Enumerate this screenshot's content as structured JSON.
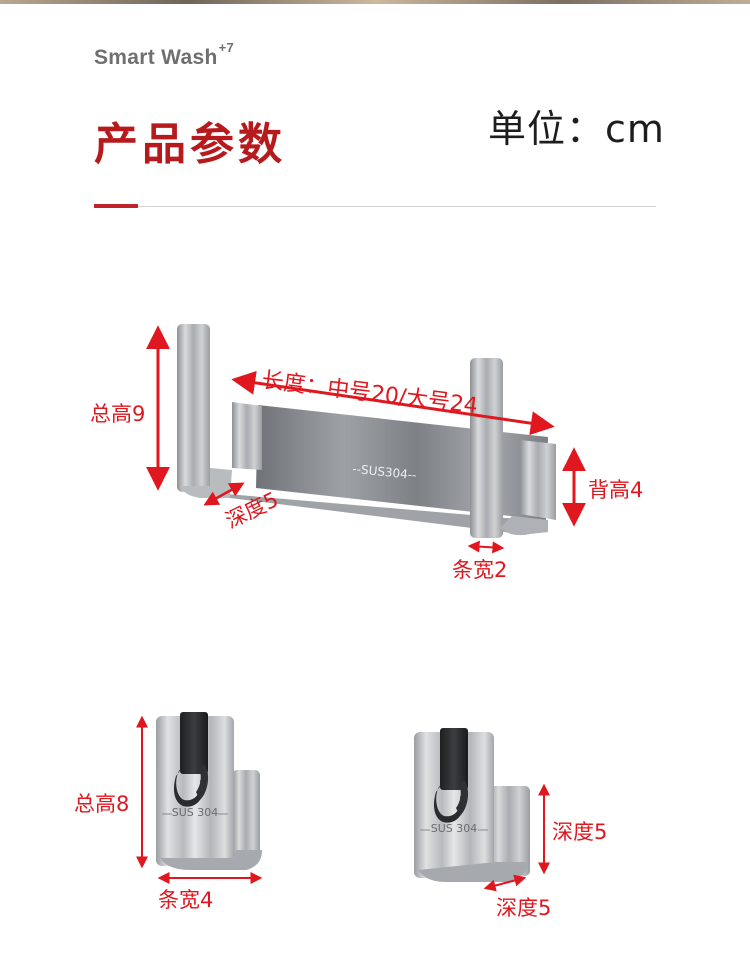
{
  "header": {
    "brand": "Smart Wash",
    "brand_sup": "+7",
    "title": "产品参数",
    "unit": "单位：cm"
  },
  "main_product": {
    "engraving": "--SUS304--",
    "labels": {
      "total_height": "总高9",
      "length": "长度：中号20/大号24",
      "back_height": "背高4",
      "depth": "深度5",
      "strip_width": "条宽2"
    }
  },
  "hook_left": {
    "engraving": "SUS 304",
    "labels": {
      "total_height": "总高8",
      "strip_width": "条宽4"
    }
  },
  "hook_right": {
    "engraving": "SUS 304",
    "labels": {
      "depth_side": "深度5",
      "depth_bottom": "深度5"
    }
  },
  "colors": {
    "accent": "#b61a1d",
    "dimension": "#e0171e",
    "steel": "#b8babd"
  }
}
